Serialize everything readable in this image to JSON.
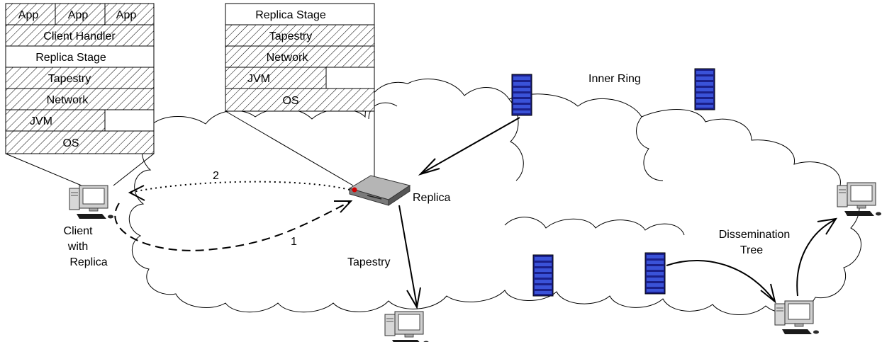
{
  "left_stack": {
    "apps": [
      "App",
      "App",
      "App"
    ],
    "client_handler": "Client Handler",
    "replica_stage": "Replica Stage",
    "tapestry": "Tapestry",
    "network": "Network",
    "jvm": "JVM",
    "os": "OS"
  },
  "right_stack": {
    "replica_stage": "Replica Stage",
    "tapestry": "Tapestry",
    "network": "Network",
    "jvm": "JVM",
    "os": "OS"
  },
  "labels": {
    "inner_ring": "Inner Ring",
    "replica": "Replica",
    "tapestry": "Tapestry",
    "dissemination_line1": "Dissemination",
    "dissemination_line2": "Tree",
    "client_line1": "Client",
    "client_line2": "with",
    "client_line3": "Replica",
    "step_1": "1",
    "step_2": "2"
  }
}
